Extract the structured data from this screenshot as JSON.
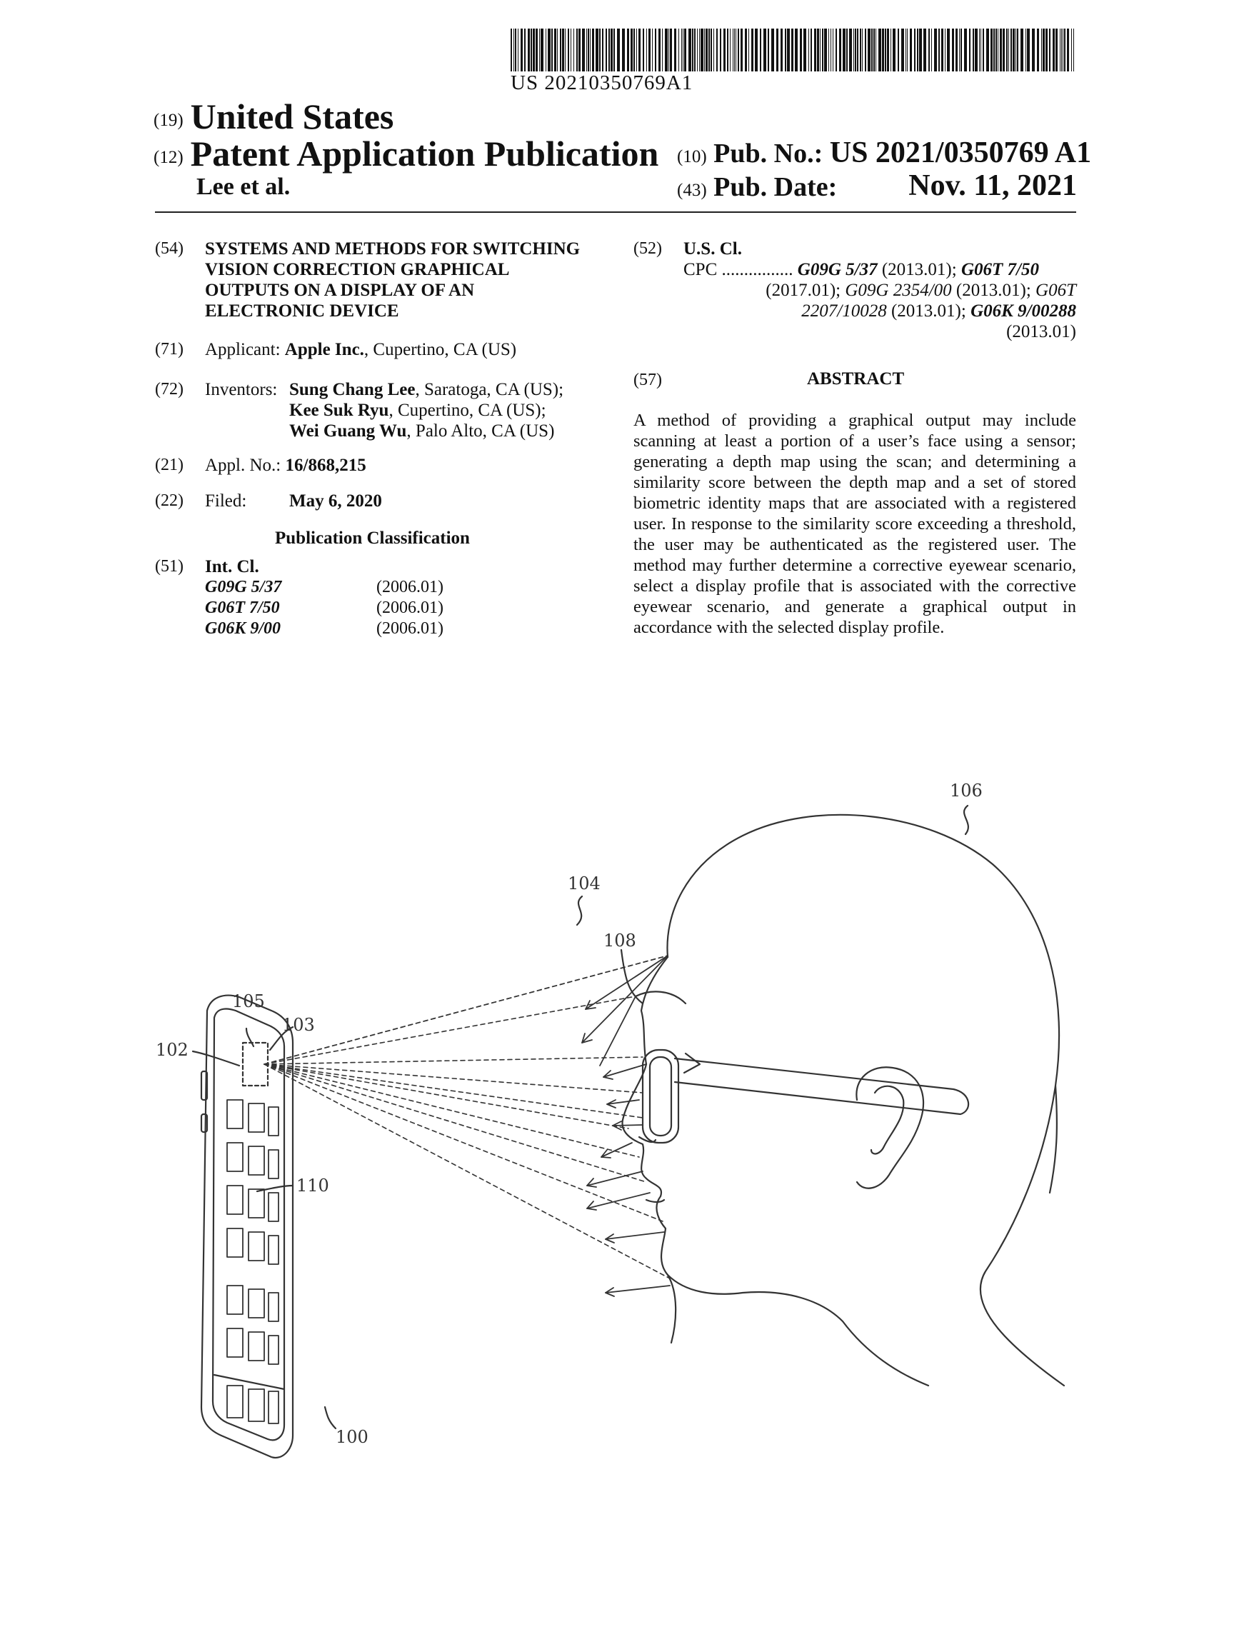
{
  "header": {
    "barcode_text": "US 20210350769A1",
    "country_code": "(19)",
    "country": "United States",
    "pubtype_code": "(12)",
    "pubtype": "Patent Application Publication",
    "authors": "Lee et al.",
    "pubno_code": "(10)",
    "pubno_label": "Pub. No.:",
    "pubno_value": "US 2021/0350769 A1",
    "pubdate_code": "(43)",
    "pubdate_label": "Pub. Date:",
    "pubdate_value": "Nov. 11, 2021"
  },
  "left": {
    "title": {
      "code": "(54)",
      "lines": [
        "SYSTEMS AND METHODS FOR SWITCHING",
        "VISION CORRECTION GRAPHICAL",
        "OUTPUTS ON A DISPLAY OF AN",
        "ELECTRONIC DEVICE"
      ]
    },
    "applicant": {
      "code": "(71)",
      "label": "Applicant:",
      "name": "Apple Inc.",
      "loc": ", Cupertino, CA (US)"
    },
    "inventors": {
      "code": "(72)",
      "label": "Inventors:",
      "list": [
        {
          "name": "Sung Chang Lee",
          "loc": ", Saratoga, CA (US);"
        },
        {
          "name": "Kee Suk Ryu",
          "loc": ", Cupertino, CA (US);"
        },
        {
          "name": "Wei Guang Wu",
          "loc": ", Palo Alto, CA (US)"
        }
      ]
    },
    "appl": {
      "code": "(21)",
      "label": "Appl. No.:",
      "value": "16/868,215"
    },
    "filed": {
      "code": "(22)",
      "label": "Filed:",
      "value": "May 6, 2020"
    },
    "pub_class_heading": "Publication Classification",
    "intcl": {
      "code": "(51)",
      "label": "Int. Cl.",
      "rows": [
        {
          "sym": "G09G 5/37",
          "date": "(2006.01)"
        },
        {
          "sym": "G06T 7/50",
          "date": "(2006.01)"
        },
        {
          "sym": "G06K 9/00",
          "date": "(2006.01)"
        }
      ]
    }
  },
  "right": {
    "uscl": {
      "code": "(52)",
      "label": "U.S. Cl.",
      "cpc_label": "CPC",
      "dots": "................",
      "l1_sym1": "G09G 5/37",
      "l1_d1": " (2013.01); ",
      "l1_sym2": "G06T 7/50",
      "l2_d1": "(2017.01); ",
      "l2_sym1": "G09G 2354/00",
      "l2_d2": " (2013.01); ",
      "l2_sym2": "G06T",
      "l3_sym1": "2207/10028",
      "l3_d1": " (2013.01); ",
      "l3_sym2": "G06K 9/00288",
      "l4_d1": "(2013.01)"
    },
    "abstract_code": "(57)",
    "abstract_title": "ABSTRACT",
    "abstract_text": "A method of providing a graphical output may include scanning at least a portion of a user’s face using a sensor; generating a depth map using the scan; and determining a similarity score between the depth map and a set of stored biometric identity maps that are associated with a registered user. In response to the similarity score exceeding a threshold, the user may be authenticated as the registered user. The method may further determine a corrective eyewear scenario, select a display profile that is associated with the corrective eyewear scenario, and generate a graphical output in accordance with the selected display profile."
  },
  "figure": {
    "labels": {
      "l100": "100",
      "l102": "102",
      "l103": "103",
      "l104": "104",
      "l105": "105",
      "l106": "106",
      "l108": "108",
      "l110": "110"
    }
  }
}
